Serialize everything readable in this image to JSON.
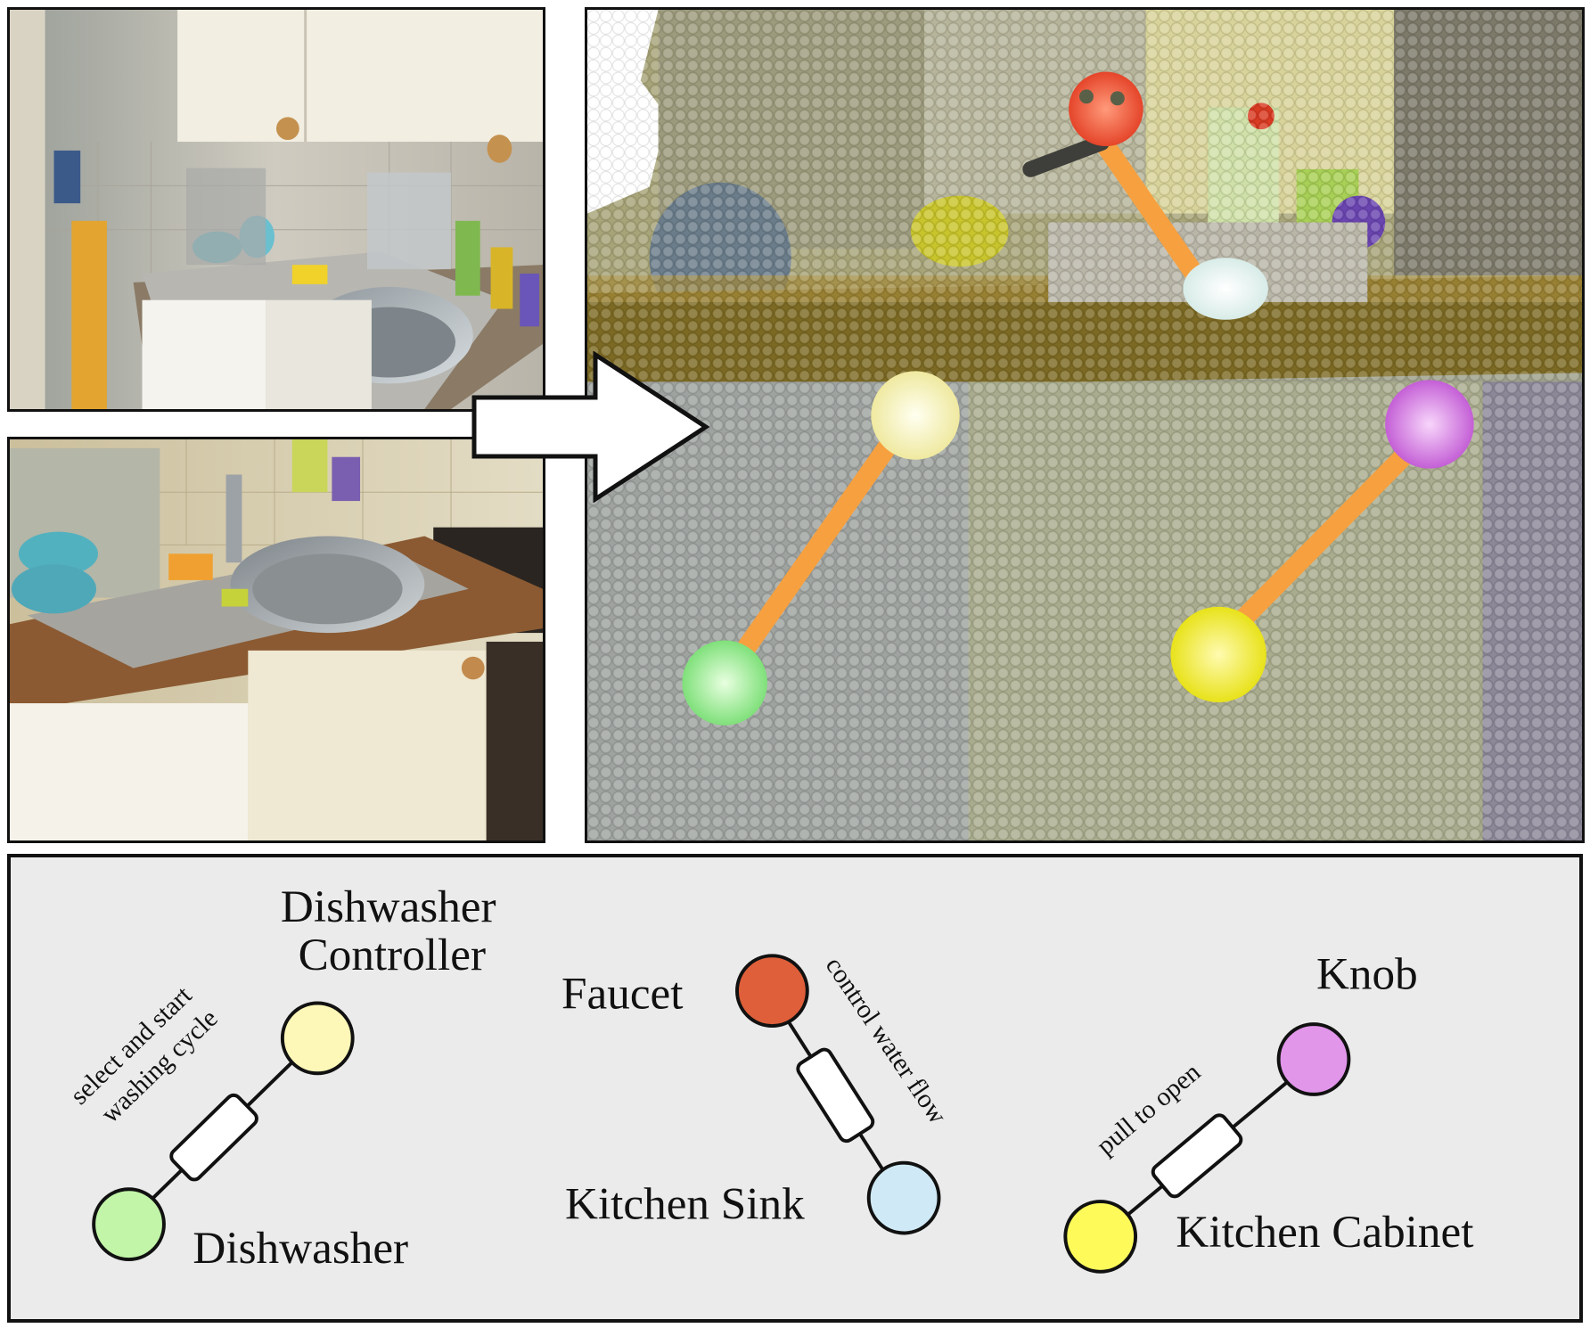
{
  "legend": {
    "dishwasher_group": {
      "top_label_line1": "Dishwasher",
      "top_label_line2": "Controller",
      "bottom_label": "Dishwasher",
      "edge_label_line1": "select and start",
      "edge_label_line2": "washing cycle",
      "top_color": "#fdf8b8",
      "bottom_color": "#c2f5a8"
    },
    "faucet_group": {
      "top_label": "Faucet",
      "bottom_label": "Kitchen Sink",
      "edge_label": "control water flow",
      "top_color": "#de5f3a",
      "bottom_color": "#cfeaf6"
    },
    "knob_group": {
      "top_label": "Knob",
      "bottom_label": "Kitchen Cabinet",
      "edge_label": "pull to open",
      "top_color": "#e196ea",
      "bottom_color": "#fdfa5a"
    }
  },
  "colors": {
    "arrow_fill": "#ffffff",
    "edge_orange": "#f6a040",
    "legend_background": "#ebebeb"
  },
  "icons": [
    "arrow-right-icon"
  ]
}
